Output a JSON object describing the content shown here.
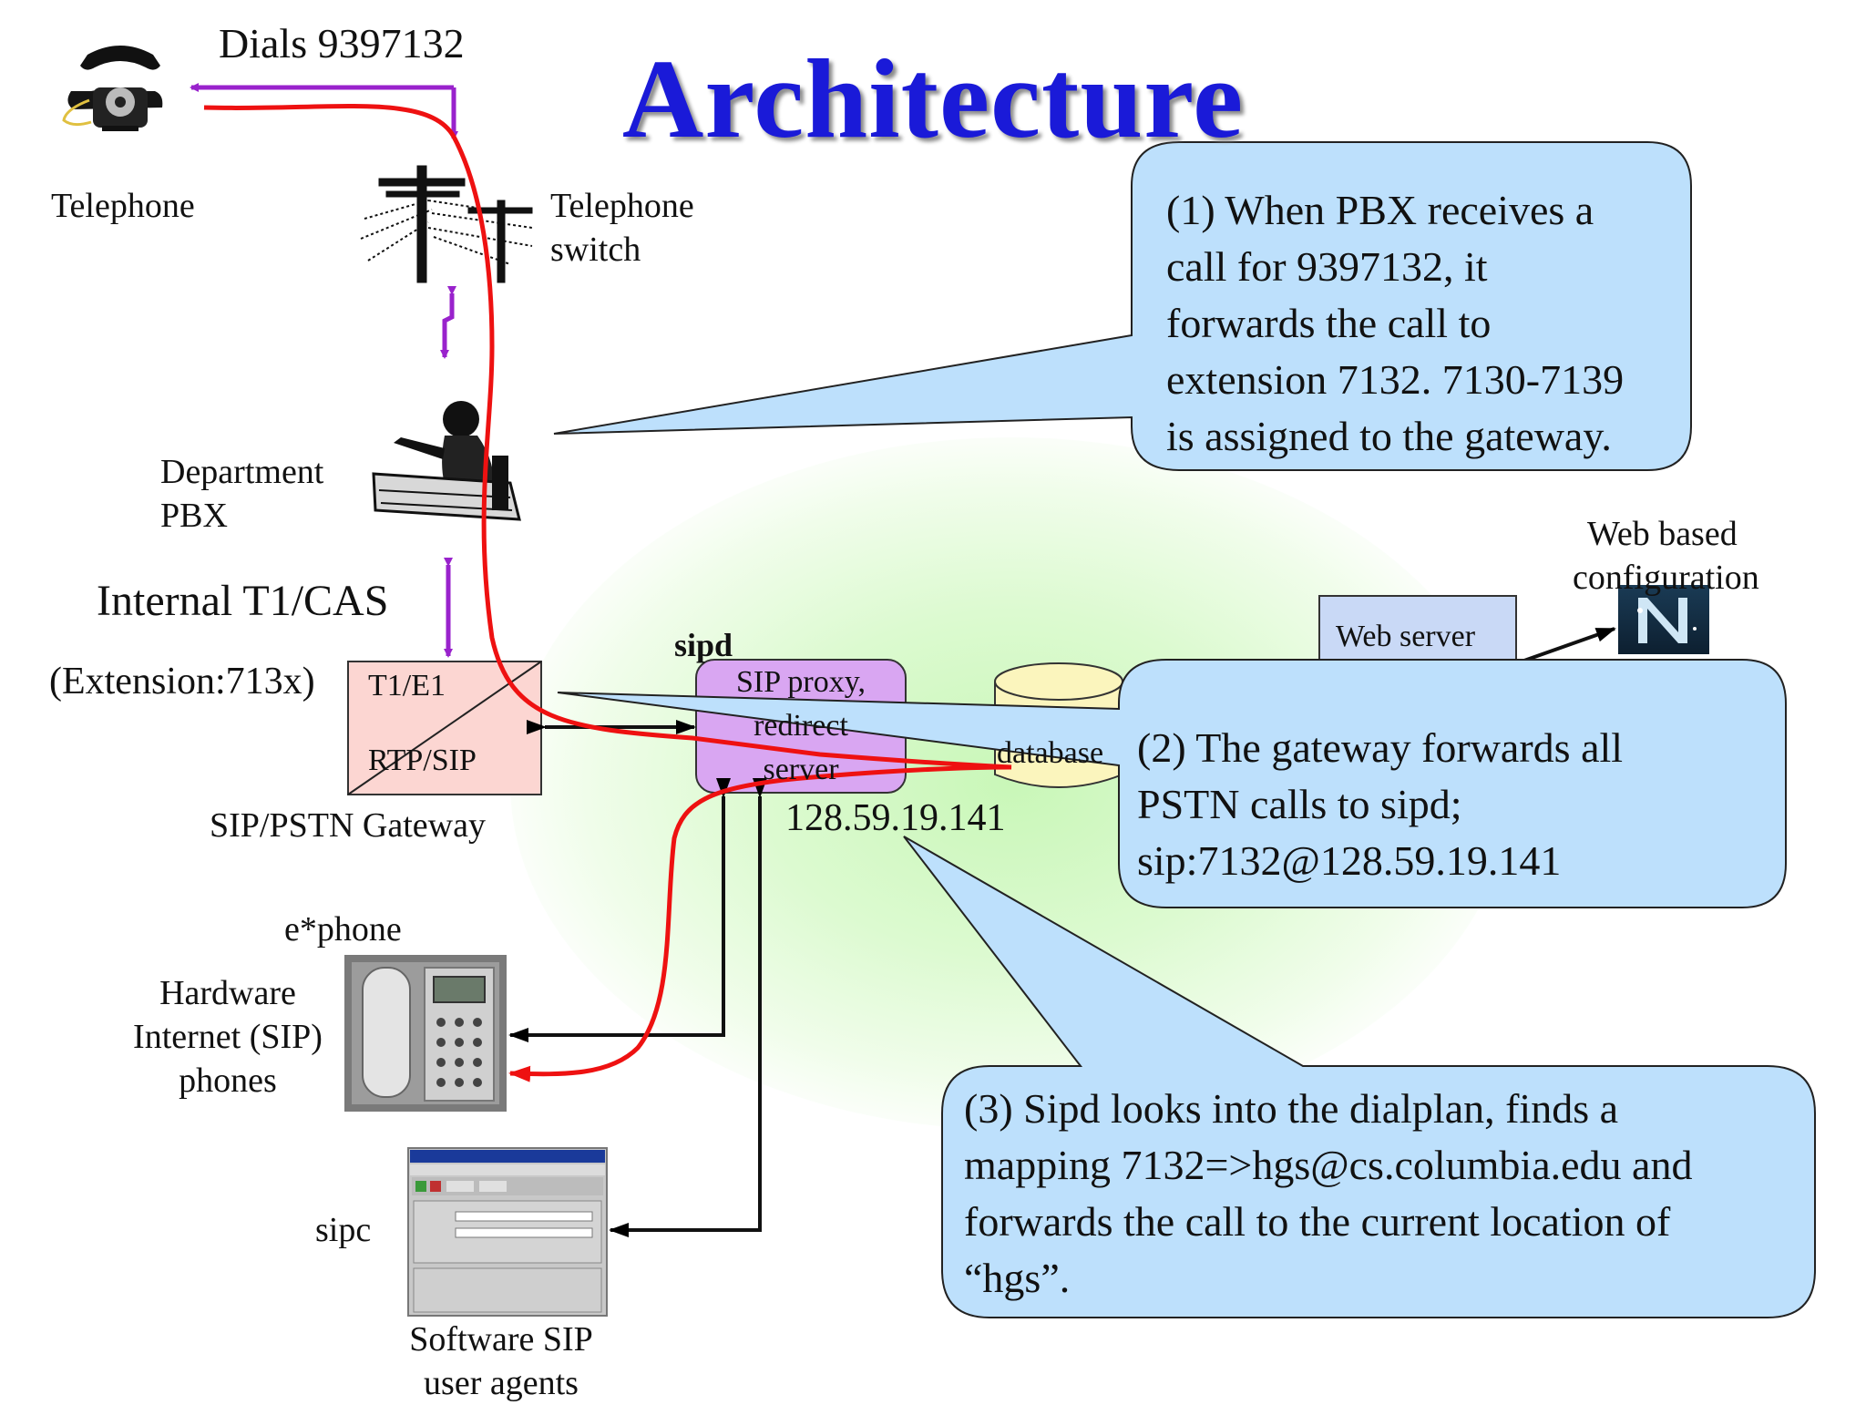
{
  "title": "Architecture",
  "labels": {
    "dials": "Dials 9397132",
    "telephone": "Telephone",
    "telephone_switch_1": "Telephone",
    "telephone_switch_2": "switch",
    "pbx_1": "Department",
    "pbx_2": "PBX",
    "internal_t1": "Internal T1/CAS",
    "extension": "(Extension:713x)",
    "t1e1": "T1/E1",
    "rtpsip": "RTP/SIP",
    "gateway": "SIP/PSTN Gateway",
    "sipd": "sipd",
    "proxy_1": "SIP proxy,",
    "proxy_2": "redirect",
    "proxy_3": "server",
    "ip": "128.59.19.141",
    "database": "database",
    "web_server": "Web server",
    "web_config_1": "Web based",
    "web_config_2": "configuration",
    "ephone": "e*phone",
    "hw_1": "Hardware",
    "hw_2": "Internet (SIP)",
    "hw_3": "phones",
    "sipc": "sipc",
    "sw_1": "Software SIP",
    "sw_2": "user agents"
  },
  "callouts": {
    "c1": [
      "(1) When PBX receives a",
      "call for 9397132, it",
      "forwards the call to",
      "extension 7132. 7130-7139",
      "is assigned to the gateway."
    ],
    "c2": [
      "(2) The gateway forwards all",
      "PSTN calls to sipd;",
      "sip:7132@128.59.19.141"
    ],
    "c3": [
      "(3) Sipd looks into the dialplan, finds a",
      "mapping 7132=>hgs@cs.columbia.edu and",
      "forwards the call to the current location of",
      "“hgs”."
    ]
  },
  "colors": {
    "title": "#1a1ad8",
    "callout_fill": "#bde0fc",
    "call_path": "#ee1111",
    "signal_arrow": "#9922cc",
    "gateway_fill": "#fcd6d2",
    "proxy_fill": "#d9a6f2",
    "database_fill": "#fbf5bd",
    "webserver_fill": "#c9d9f6"
  },
  "icons": [
    "rotary-telephone-icon",
    "telephone-pole-icon",
    "switchboard-operator-icon",
    "netscape-logo-icon",
    "ip-desk-phone-icon",
    "software-window-icon"
  ]
}
